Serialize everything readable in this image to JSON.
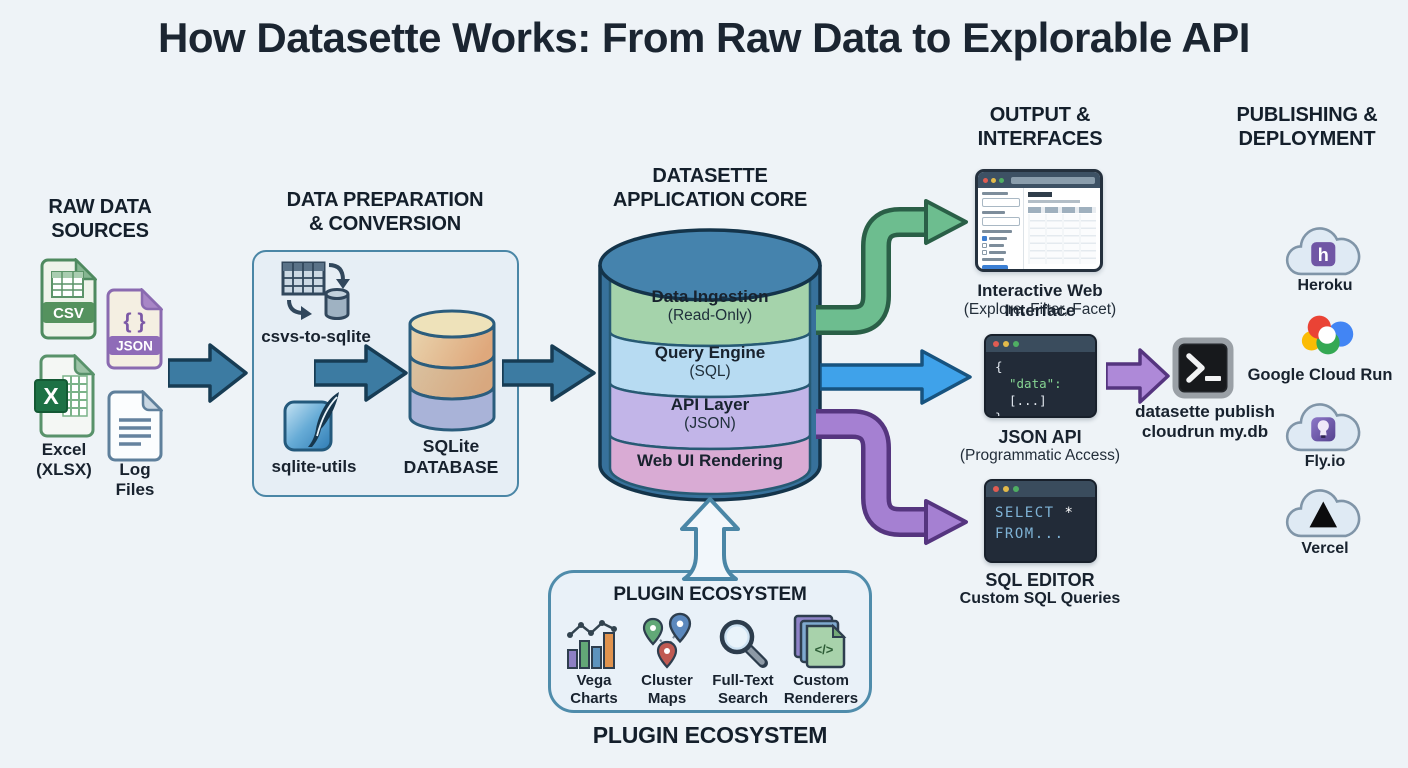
{
  "title": "How Datasette Works: From Raw Data to Explorable API",
  "colors": {
    "background": "#eef3f7",
    "heading_text": "#141f2b",
    "steel_arrow": "#3c7ba2",
    "green_arrow": "#6dbd8f",
    "blue_arrow": "#3fa2ea",
    "purple_arrow": "#a580d2",
    "core_cylinder": "#3a76a0"
  },
  "raw_data_sources": {
    "heading": "RAW DATA\nSOURCES",
    "csv_banner": "CSV",
    "json_banner": "JSON",
    "json_glyph": "{ }",
    "excel_glyph": "X",
    "excel_label": "Excel\n(XLSX)",
    "log_label": "Log\nFiles"
  },
  "data_preparation": {
    "heading": "DATA PREPARATION\n& CONVERSION",
    "tool_csvs": "csvs-to-sqlite",
    "tool_sqlite_utils": "sqlite-utils",
    "database_label": "SQLite\nDATABASE"
  },
  "application_core": {
    "heading": "DATASETTE\nAPPLICATION CORE",
    "layers": [
      {
        "title": "Data Ingestion",
        "subtitle": "(Read-Only)",
        "color": "#a5d3ab"
      },
      {
        "title": "Query Engine",
        "subtitle": "(SQL)",
        "color": "#b7dbf2"
      },
      {
        "title": "API Layer",
        "subtitle": "(JSON)",
        "color": "#c2b5e8"
      },
      {
        "title": "Web UI Rendering",
        "subtitle": "",
        "color": "#d9abd4"
      }
    ]
  },
  "outputs": {
    "heading": "OUTPUT &\nINTERFACES",
    "web_interface": {
      "title": "Interactive Web Interface",
      "subtitle": "(Explore, Filter, Facet)"
    },
    "json_api": {
      "brace_open": "{",
      "key": "\"data\":",
      "value": "[...]",
      "brace_close": "}",
      "title": "JSON API",
      "subtitle": "(Programmatic Access)"
    },
    "sql_editor": {
      "keyword": "SELECT",
      "star": "*",
      "from_line": "FROM...",
      "title": "SQL EDITOR",
      "subtitle": "Custom SQL Queries"
    }
  },
  "publishing": {
    "heading": "PUBLISHING &\nDEPLOYMENT",
    "command": "datasette publish\ncloudrun my.db",
    "terminal_prompt_glyph": ">_",
    "targets": [
      {
        "name": "Heroku",
        "logo_glyph": "h"
      },
      {
        "name": "Google Cloud Run"
      },
      {
        "name": "Fly.io"
      },
      {
        "name": "Vercel"
      }
    ]
  },
  "plugin_ecosystem": {
    "box_heading": "PLUGIN ECOSYSTEM",
    "caption": "PLUGIN ECOSYSTEM",
    "plugins": [
      {
        "label": "Vega\nCharts"
      },
      {
        "label": "Cluster\nMaps"
      },
      {
        "label": "Full-Text\nSearch"
      },
      {
        "label": "Custom\nRenderers",
        "code_glyph": "</>"
      }
    ]
  }
}
